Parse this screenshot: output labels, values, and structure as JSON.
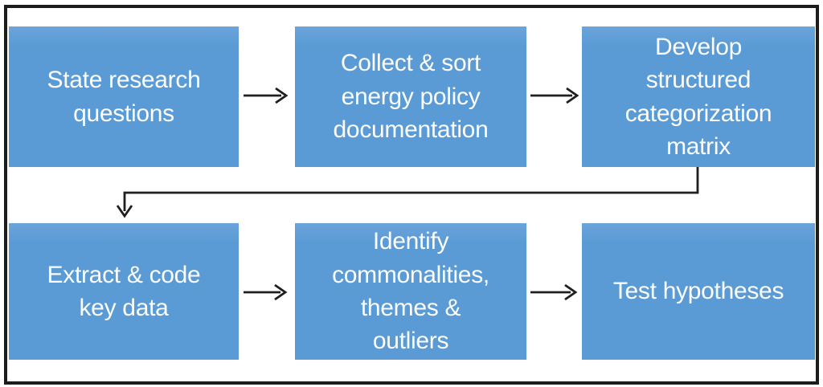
{
  "palette": {
    "background": "#ffffff",
    "frame": "#1c1c1c",
    "box_fill": "#5b9bd5",
    "box_fill_top": "#6aa4da",
    "box_text": "#fcfdff",
    "arrow": "#1f1f1f"
  },
  "flowchart": {
    "steps": [
      {
        "id": "step-1",
        "label": "State research\nquestions"
      },
      {
        "id": "step-2",
        "label": "Collect & sort\nenergy policy\ndocumentation"
      },
      {
        "id": "step-3",
        "label": "Develop\nstructured\ncategorization\nmatrix"
      },
      {
        "id": "step-4",
        "label": "Extract & code\nkey data"
      },
      {
        "id": "step-5",
        "label": "Identify\ncommonalities,\nthemes &\noutliers"
      },
      {
        "id": "step-6",
        "label": "Test hypotheses"
      }
    ],
    "connections": [
      {
        "from": "step-1",
        "to": "step-2",
        "style": "straight-arrow-right"
      },
      {
        "from": "step-2",
        "to": "step-3",
        "style": "straight-arrow-right"
      },
      {
        "from": "step-3",
        "to": "step-4",
        "style": "elbow-arrow-down-left-down"
      },
      {
        "from": "step-4",
        "to": "step-5",
        "style": "straight-arrow-right"
      },
      {
        "from": "step-5",
        "to": "step-6",
        "style": "straight-arrow-right"
      }
    ]
  }
}
